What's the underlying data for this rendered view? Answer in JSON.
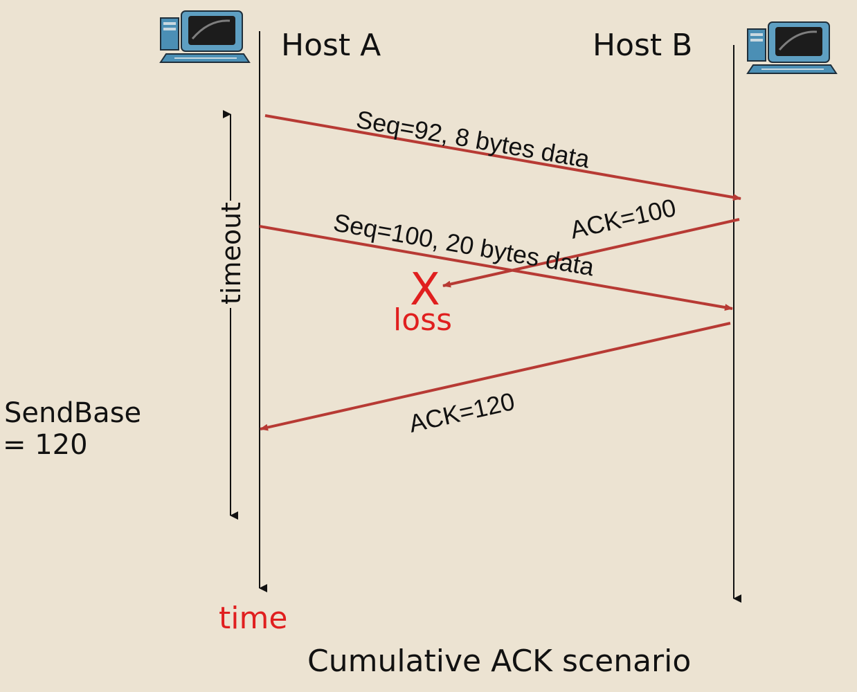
{
  "hosts": {
    "a": {
      "label": "Host A",
      "icon": "computer-icon"
    },
    "b": {
      "label": "Host B",
      "icon": "computer-icon"
    }
  },
  "messages": [
    {
      "label": "Seq=92, 8 bytes data",
      "direction": "A-to-B",
      "delivered": true
    },
    {
      "label": "ACK=100",
      "direction": "B-to-A",
      "delivered": false
    },
    {
      "label": "Seq=100, 20 bytes data",
      "direction": "A-to-B",
      "delivered": true
    },
    {
      "label": "ACK=120",
      "direction": "B-to-A",
      "delivered": true
    }
  ],
  "loss": {
    "marker": "X",
    "label": "loss"
  },
  "timer": {
    "label": "timeout"
  },
  "sendbase": {
    "line1": "SendBase",
    "line2": "= 120"
  },
  "time_label": "time",
  "caption": "Cumulative ACK scenario",
  "colors": {
    "background": "#ece3d2",
    "arrow": "#b73a34",
    "loss": "#e01f1f",
    "text": "#111111"
  }
}
